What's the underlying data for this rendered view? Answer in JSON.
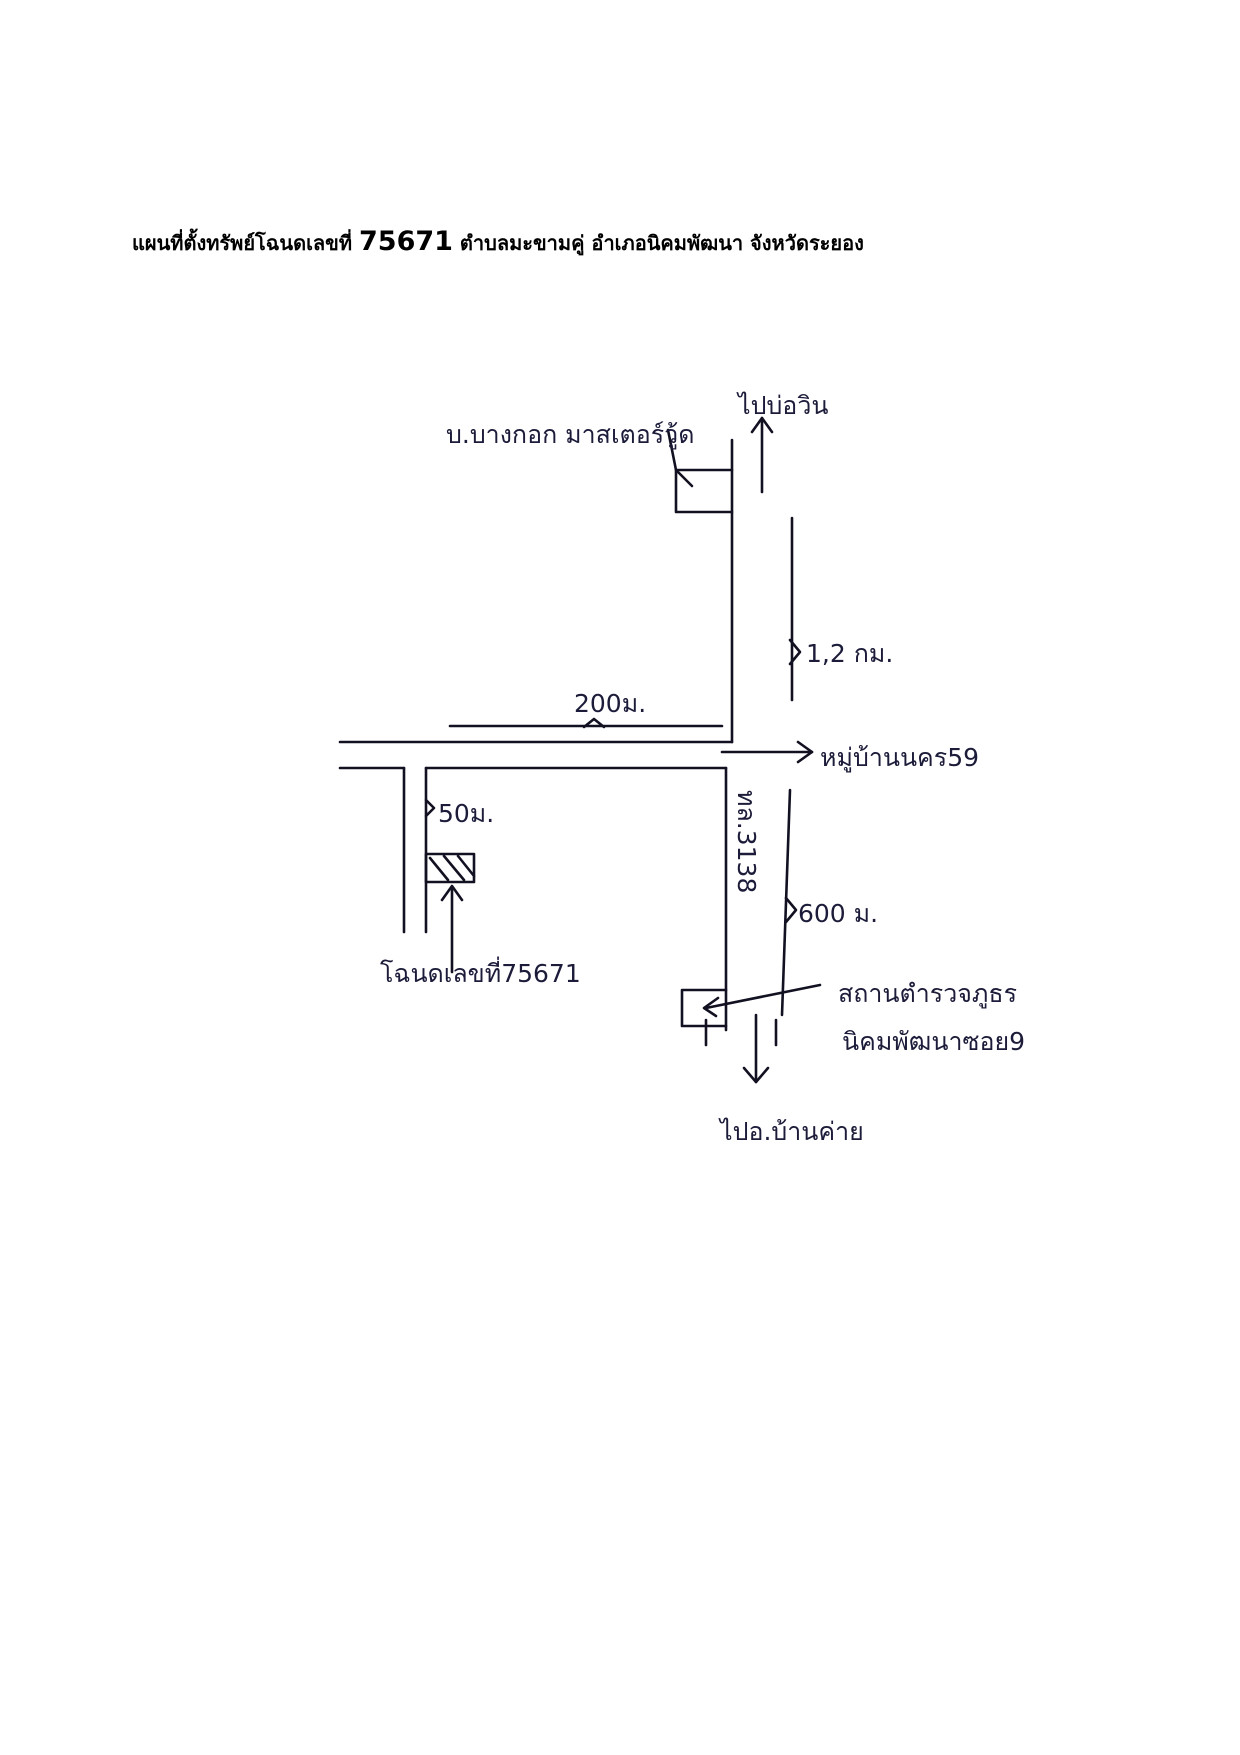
{
  "title": {
    "prefix": "แผนที่ตั้งทรัพย์โฉนดเลขที่",
    "deed_no": "75671",
    "suffix": "ตำบลมะขามคู่ อำเภอนิคมพัฒนา จังหวัดระยอง"
  },
  "map": {
    "north_destination": "ไปบ่อวิน",
    "south_destination": "ไปอ.บ้านค่าย",
    "landmark_north": "บ.บางกอก มาสเตอร์วู้ด",
    "landmark_south_line1": "สถานตำรวจภูธร",
    "landmark_south_line2": "นิคมพัฒนาซอย9",
    "side_road_label": "หมู่บ้านนคร59",
    "main_road_label": "ทล.3138",
    "dist_north": "1,2 กม.",
    "dist_south": "600 ม.",
    "dist_side_road": "200ม.",
    "dist_alley": "50ม.",
    "plot_label": "โฉนดเลขที่75671"
  },
  "colors": {
    "ink": "#111122",
    "background": "#ffffff"
  }
}
